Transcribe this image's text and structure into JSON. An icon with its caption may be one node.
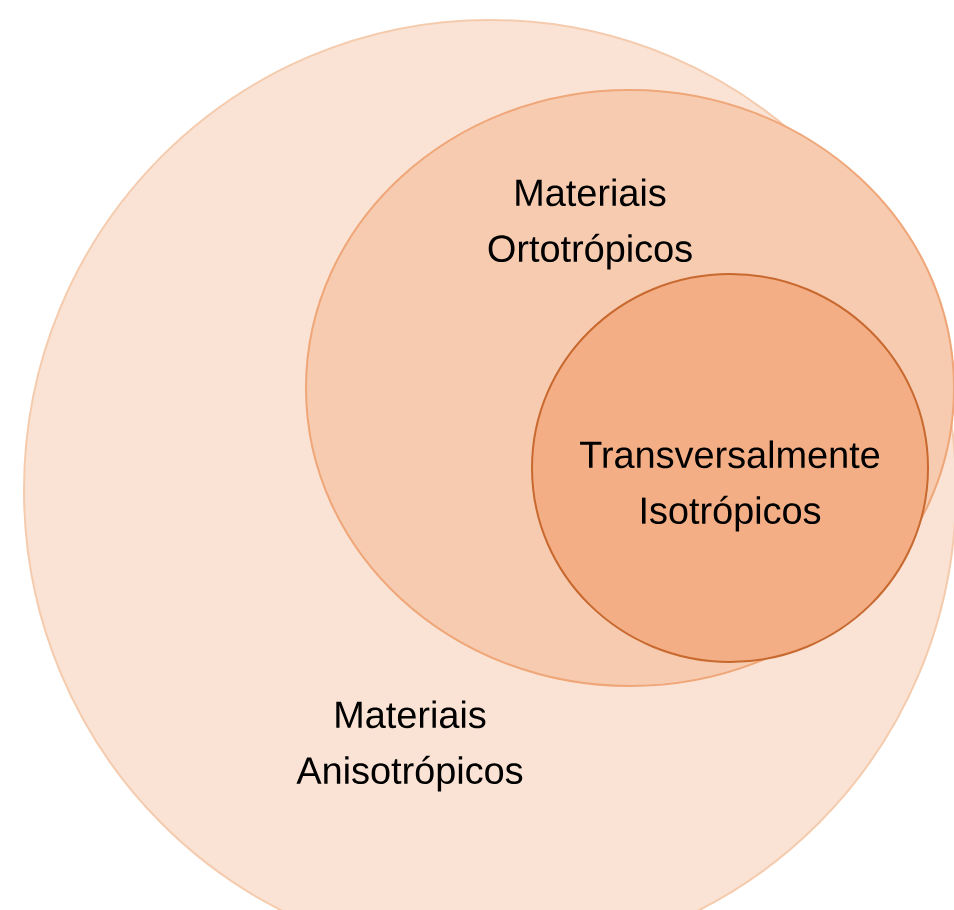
{
  "diagram": {
    "nodes": [
      {
        "text": [
          "Materiais Anisotrópicos"
        ]
      },
      {
        "text": [
          "Materiais Ortotrópicos"
        ],
        "in": 0
      },
      {
        "text": [
          "Transversalmente Isotrópicos"
        ],
        "in": 1
      }
    ]
  }
}
